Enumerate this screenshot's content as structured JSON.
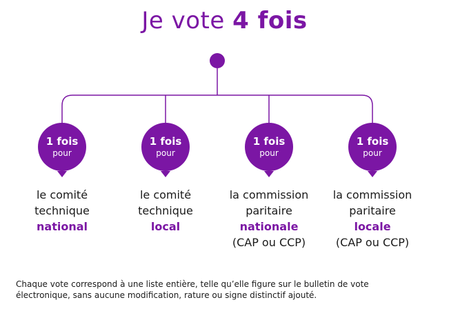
{
  "title": {
    "prefix": "Je vote",
    "emphasis": "4 fois"
  },
  "branches": [
    {
      "badge_top": "1 fois",
      "badge_bottom": "pour",
      "lines": [
        "le comité",
        "technique"
      ],
      "highlight": "national",
      "suffix": ""
    },
    {
      "badge_top": "1 fois",
      "badge_bottom": "pour",
      "lines": [
        "le comité",
        "technique"
      ],
      "highlight": "local",
      "suffix": ""
    },
    {
      "badge_top": "1 fois",
      "badge_bottom": "pour",
      "lines": [
        "la commission",
        "paritaire"
      ],
      "highlight": "nationale",
      "suffix": "(CAP ou CCP)"
    },
    {
      "badge_top": "1 fois",
      "badge_bottom": "pour",
      "lines": [
        "la commission",
        "paritaire"
      ],
      "highlight": "locale",
      "suffix": "(CAP ou CCP)"
    }
  ],
  "footer": {
    "line1": "Chaque vote correspond à une liste entière, telle qu’elle figure sur le bulletin de vote",
    "line2": "électronique, sans aucune modification, rature ou signe distinctif ajouté."
  },
  "colors": {
    "accent": "#7b16a4",
    "text": "#1a1a1a"
  }
}
